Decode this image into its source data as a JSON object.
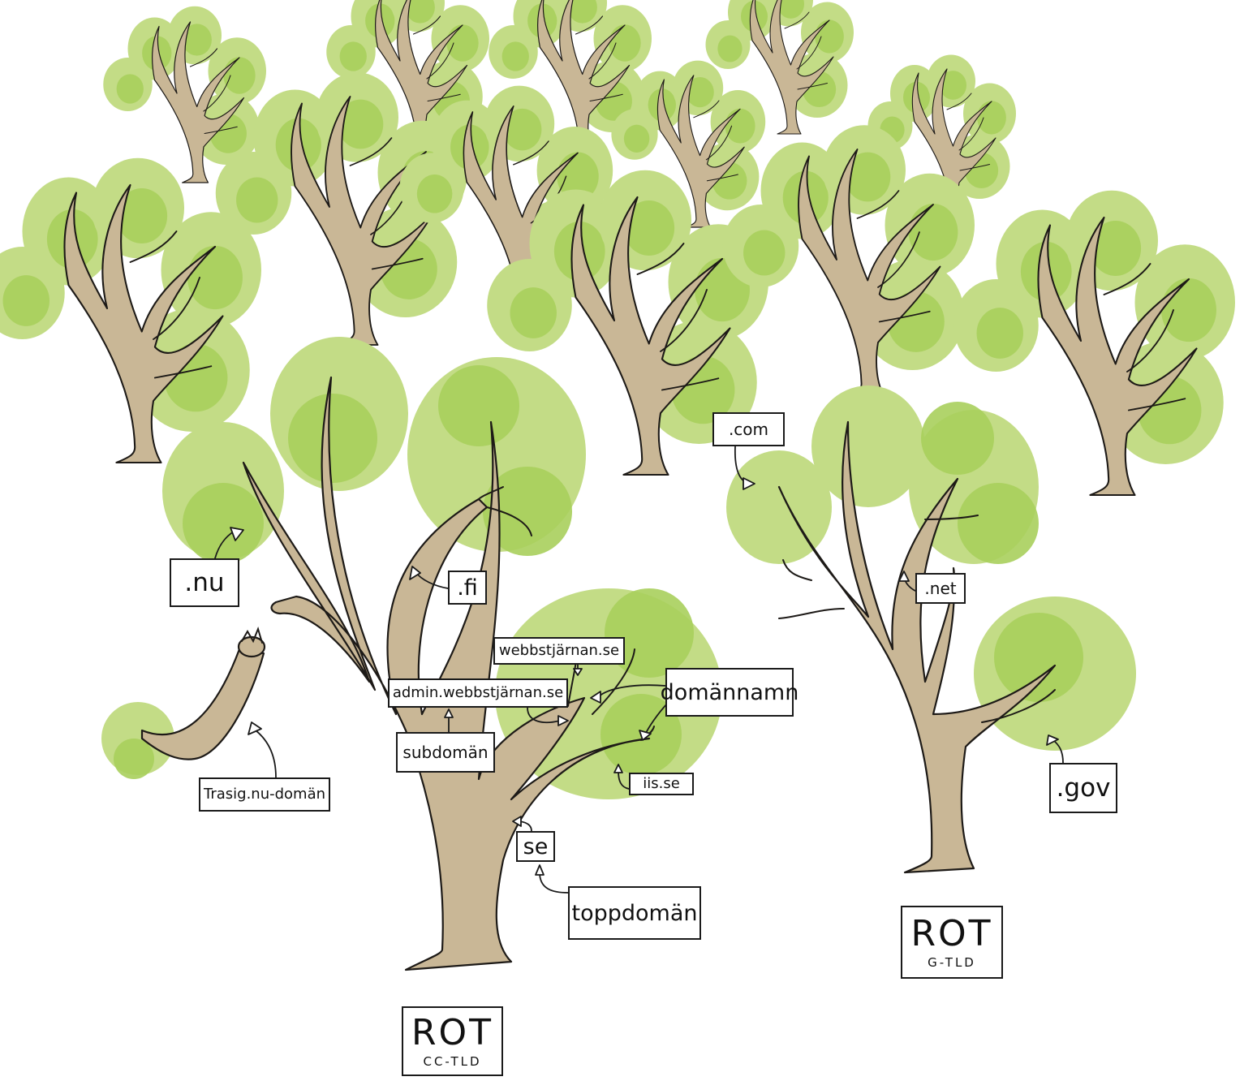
{
  "labels": {
    "nu": ".nu",
    "fi": ".fi",
    "com": ".com",
    "net": ".net",
    "gov": ".gov",
    "webbstjarnan": "webbstjärnan.se",
    "admin": "admin.webbstjärnan.se",
    "domannamn": "domännamn",
    "subdoman": "subdomän",
    "iisse": "iis.se",
    "se": "se",
    "toppdoman": "toppdomän",
    "trasig": "Trasig.nu-domän"
  },
  "roots": [
    {
      "title": "ROT",
      "subtitle": "CC-TLD"
    },
    {
      "title": "ROT",
      "subtitle": "G-TLD"
    }
  ],
  "colors": {
    "leaf_light": "#c3dc86",
    "leaf_dark": "#a9cf5c",
    "trunk": "#c9b796",
    "outline": "#1d1a17"
  }
}
